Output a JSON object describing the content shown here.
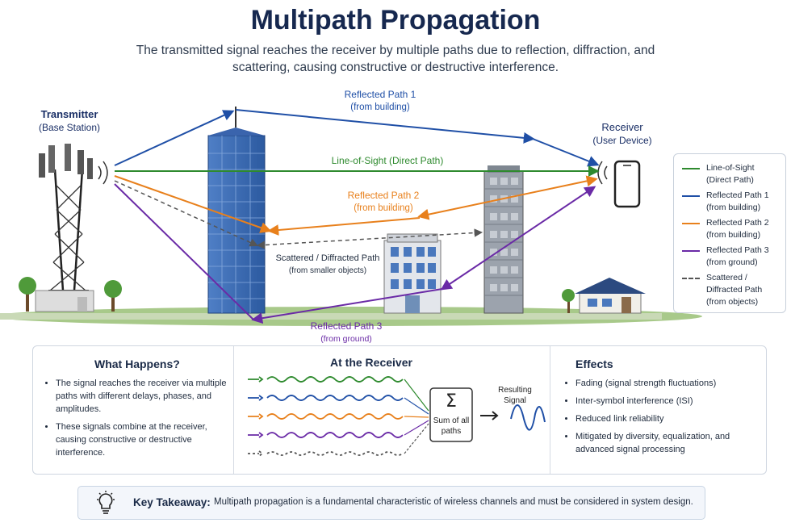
{
  "title": "Multipath Propagation",
  "subtitle": "The transmitted signal reaches the receiver by multiple paths due to reflection, diffraction, and scattering, causing constructive or destructive interference.",
  "transmitter": {
    "title": "Transmitter",
    "sub": "(Base Station)"
  },
  "receiver": {
    "title": "Receiver",
    "sub": "(User Device)"
  },
  "paths": {
    "reflected1": {
      "title": "Reflected Path 1",
      "sub": "(from building)"
    },
    "los": {
      "title": "Line-of-Sight (Direct Path)"
    },
    "reflected2": {
      "title": "Reflected Path 2",
      "sub": "(from building)"
    },
    "scattered": {
      "title": "Scattered / Diffracted Path",
      "sub": "(from smaller objects)"
    },
    "reflected3": {
      "title": "Reflected Path 3",
      "sub": "(from ground)"
    }
  },
  "colors": {
    "los": "#2e8a2e",
    "reflected1": "#1f4fa6",
    "reflected2": "#e8801c",
    "reflected3": "#6a2aa6",
    "scattered": "#555555"
  },
  "legend": [
    {
      "line1": "Line-of-Sight",
      "line2": "(Direct Path)",
      "color": "#2e8a2e",
      "dashed": false
    },
    {
      "line1": "Reflected Path 1",
      "line2": "(from building)",
      "color": "#1f4fa6",
      "dashed": false
    },
    {
      "line1": "Reflected Path 2",
      "line2": "(from building)",
      "color": "#e8801c",
      "dashed": false
    },
    {
      "line1": "Reflected Path 3",
      "line2": "(from ground)",
      "color": "#6a2aa6",
      "dashed": false
    },
    {
      "line1": "Scattered /",
      "line2": "Diffracted Path",
      "line3": "(from objects)",
      "color": "#555555",
      "dashed": true
    }
  ],
  "what_happens": {
    "title": "What Happens?",
    "bullets": [
      "The signal reaches the receiver via multiple paths with different delays, phases, and amplitudes.",
      "These signals combine at the receiver, causing constructive or destructive interference."
    ]
  },
  "at_receiver": {
    "title": "At the Receiver",
    "sum_symbol": "Σ",
    "sum_label": "Sum of all paths",
    "result_label": "Resulting Signal"
  },
  "effects": {
    "title": "Effects",
    "bullets": [
      "Fading (signal strength fluctuations)",
      "Inter-symbol interference (ISI)",
      "Reduced link reliability",
      "Mitigated by diversity, equalization, and advanced signal processing"
    ]
  },
  "takeaway": {
    "icon": "lightbulb-icon",
    "heading": "Key Takeaway:",
    "text": "Multipath propagation is a fundamental characteristic of wireless channels and must be considered in system design."
  }
}
